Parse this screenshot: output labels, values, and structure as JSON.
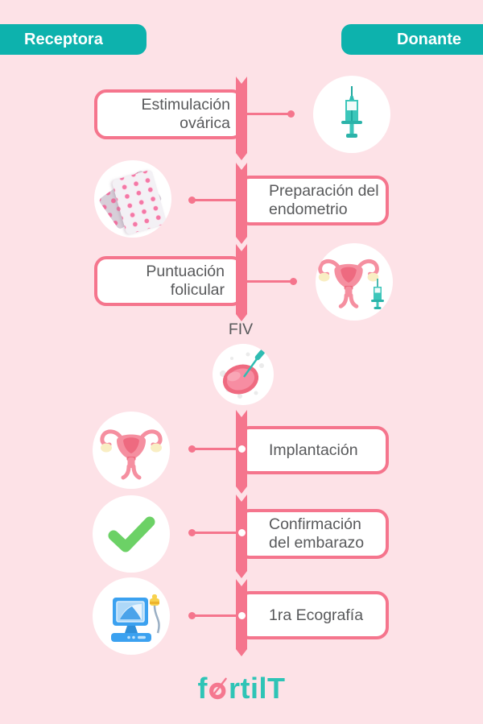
{
  "header": {
    "left_badge": "Receptora",
    "right_badge": "Donante"
  },
  "steps": [
    {
      "label": "Estimulación\novárica",
      "icon": "syringe-icon"
    },
    {
      "label": "Preparación del\nendometrio",
      "icon": "pills-icon"
    },
    {
      "label": "Puntuación\nfolicular",
      "icon": "uterus-syringe-icon"
    },
    {
      "label": "Implantación",
      "icon": "uterus-icon"
    },
    {
      "label": "Confirmación\ndel embarazo",
      "icon": "checkmark-icon"
    },
    {
      "label": "1ra Ecografía",
      "icon": "ultrasound-icon"
    }
  ],
  "milestone": {
    "label": "FIV",
    "icon": "fertilization-icon"
  },
  "logo": {
    "brand": "fertilT",
    "first": "f",
    "mid": "rtil",
    "last": "T"
  },
  "colors": {
    "background": "#fde2e7",
    "accent_pink": "#f5758d",
    "accent_pink_dark": "#ef6a80",
    "badge_teal": "#0db2ad",
    "icon_teal": "#3cc6ba",
    "logo_teal": "#2ec4b6",
    "logo_pink": "#f5778f",
    "text_gray": "#58595b",
    "check_green": "#6cd166",
    "ultrasound_blue": "#3ba1f0",
    "probe_yellow": "#f7d14d"
  }
}
